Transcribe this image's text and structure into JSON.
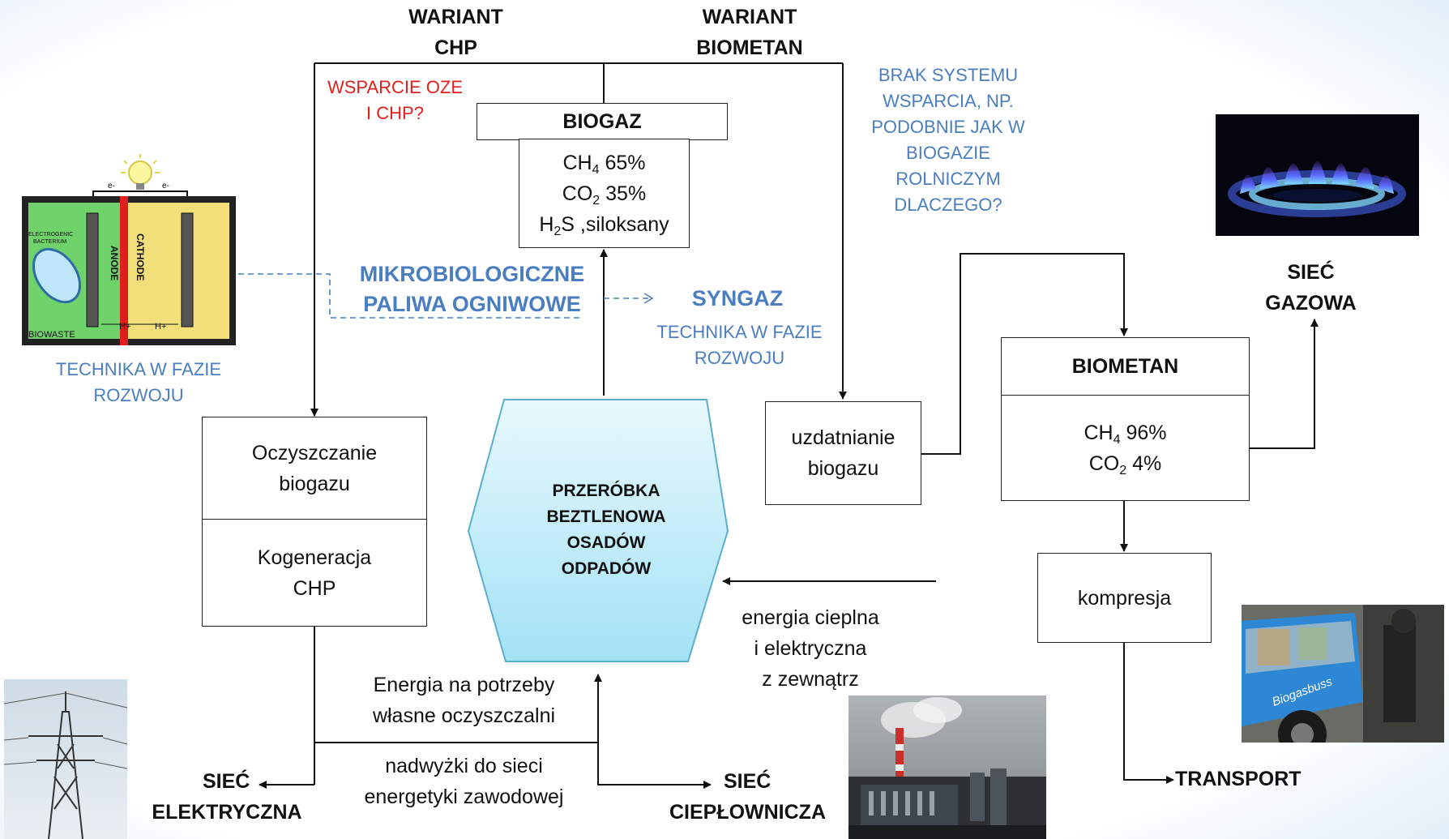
{
  "variants": {
    "chp": [
      "WARIANT",
      "CHP"
    ],
    "biometan": [
      "WARIANT",
      "BIOMETAN"
    ]
  },
  "notes": {
    "support_oze": [
      "WSPARCIE OZE",
      "I CHP?"
    ],
    "no_support": [
      "BRAK SYSTEMU",
      "WSPARCIA, NP.",
      "PODOBNIE JAK W",
      "BIOGAZIE",
      "ROLNICZYM",
      "DLACZEGO?"
    ],
    "tech_dev_left": [
      "TECHNIKA W  FAZIE",
      "ROZWOJU"
    ],
    "tech_dev_center": [
      "TECHNIKA W  FAZIE",
      "ROZWOJU"
    ]
  },
  "biogaz": {
    "title": "BIOGAZ",
    "ch4": "65%",
    "co2": "35%",
    "h2s": "S ,siloksany"
  },
  "mfc": {
    "line1": "MIKROBIOLOGICZNE",
    "line2": "PALIWA OGNIWOWE"
  },
  "syngaz": "SYNGAZ",
  "oczyszczanie": [
    "Oczyszczanie",
    "biogazu"
  ],
  "kogeneracja": [
    "Kogeneracja",
    "CHP"
  ],
  "hex": [
    "PRZERÓBKA",
    "BEZTLENOWA",
    "OSADÓW",
    "ODPADÓW"
  ],
  "uzdatnianie": [
    "uzdatnianie",
    "biogazu"
  ],
  "biometan": {
    "title": "BIOMETAN",
    "ch4": "96%",
    "co2": "4%"
  },
  "kompresja": "kompresja",
  "energy_own": [
    "Energia na potrzeby",
    "własne oczyszczalni"
  ],
  "surplus": [
    "nadwyżki do sieci",
    "energetyki zawodowej"
  ],
  "external_energy": [
    "energia cieplna",
    "i elektryczna",
    "z zewnątrz"
  ],
  "outputs": {
    "siec_gazowa": [
      "SIEĆ",
      "GAZOWA"
    ],
    "siec_elektryczna": [
      "SIEĆ",
      "ELEKTRYCZNA"
    ],
    "siec_cieplownicza": [
      "SIEĆ",
      "CIEPŁOWNICZA"
    ],
    "transport": "TRANSPORT"
  },
  "fuel_cell_labels": {
    "bacterium": [
      "ELECTROGENIC",
      "BACTERIUM"
    ],
    "anode": "ANODE",
    "cathode": "CATHODE",
    "biowaste": "BIOWASTE",
    "electron": "e-",
    "proton": "H+"
  },
  "bus_label": "Biogasbuss",
  "colors": {
    "accent_blue": "#4a7ec0",
    "red": "#e0201c",
    "hex_fill_top": "#e6f7fc",
    "hex_fill_bottom": "#a6e3f6"
  }
}
